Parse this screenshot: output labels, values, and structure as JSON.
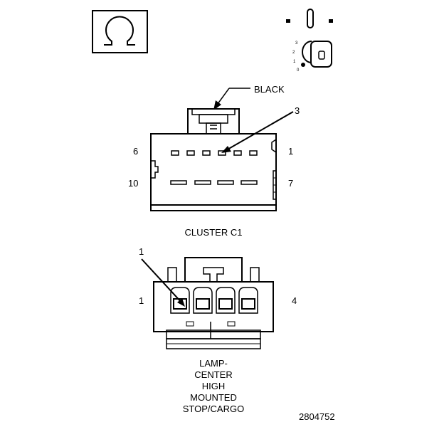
{
  "wire_color_label": "BLACK",
  "cluster_connector": {
    "name": "CLUSTER C1",
    "callout": "3",
    "pin_labels": {
      "top_left": "6",
      "top_right": "1",
      "bottom_left": "10",
      "bottom_right": "7"
    }
  },
  "lamp_connector": {
    "name_lines": [
      "LAMP-",
      "CENTER",
      "HIGH",
      "MOUNTED",
      "STOP/CARGO"
    ],
    "callout": "1",
    "pin_labels": {
      "left": "1",
      "right": "4"
    }
  },
  "ignition_switch": {
    "positions": [
      "3",
      "2",
      "1",
      "0"
    ]
  },
  "figure_number": "2804752",
  "icons": [
    "ohm-meter-icon",
    "ignition-key-icon"
  ]
}
